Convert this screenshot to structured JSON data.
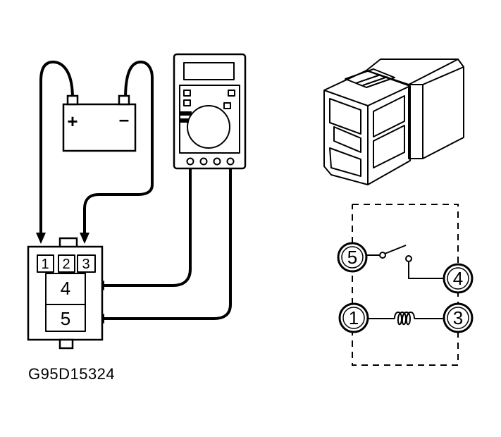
{
  "caption": "G95D15324",
  "battery": {
    "positive": "+",
    "negative": "–"
  },
  "connector": {
    "top_pins": [
      "1",
      "2",
      "3"
    ],
    "middle_pin": "4",
    "bottom_pin": "5"
  },
  "relay_schematic": {
    "switch_left": "5",
    "switch_right": "4",
    "coil_left": "1",
    "coil_right": "3"
  },
  "icons": [
    "battery-icon",
    "multimeter-icon",
    "relay-icon",
    "connector-icon",
    "switch-icon",
    "coil-icon"
  ]
}
